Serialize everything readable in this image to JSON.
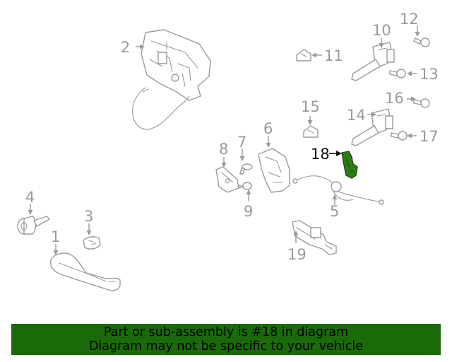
{
  "callouts": {
    "c1": "1",
    "c2": "2",
    "c3": "3",
    "c4": "4",
    "c5": "5",
    "c6": "6",
    "c7": "7",
    "c8": "8",
    "c9": "9",
    "c10": "10",
    "c11": "11",
    "c12": "12",
    "c13": "13",
    "c14": "14",
    "c15": "15",
    "c16": "16",
    "c17": "17",
    "c18": "18",
    "c19": "19"
  },
  "highlight": {
    "part_number": "18",
    "color": "#2e7d14"
  },
  "banner": {
    "line1": "Part or sub-assembly is #18 in diagram",
    "line2": "Diagram may not be specific to your vehicle",
    "background": "#1a6a0a"
  }
}
